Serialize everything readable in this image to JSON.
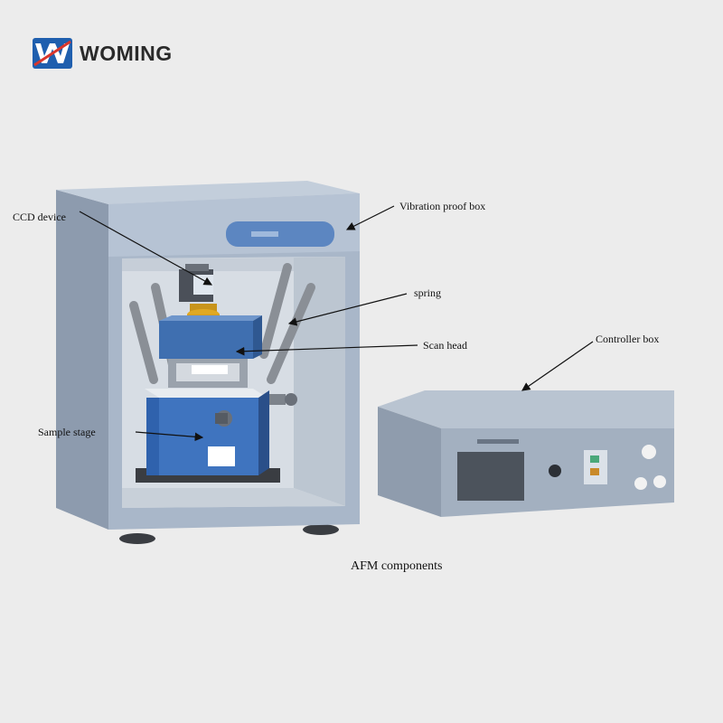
{
  "logo": {
    "brand": "WOMING"
  },
  "labels": {
    "ccd_device": "CCD device",
    "vibration_proof_box": "Vibration proof box",
    "spring": "spring",
    "scan_head": "Scan head",
    "controller_box": "Controller box",
    "sample_stage": "Sample stage"
  },
  "caption": "AFM components",
  "colors": {
    "background": "#ececec",
    "box_body": "#a9b7c9",
    "scan_head_blue": "#3f6fb0",
    "logo_blue": "#1f5fae",
    "logo_red": "#d8362c"
  }
}
